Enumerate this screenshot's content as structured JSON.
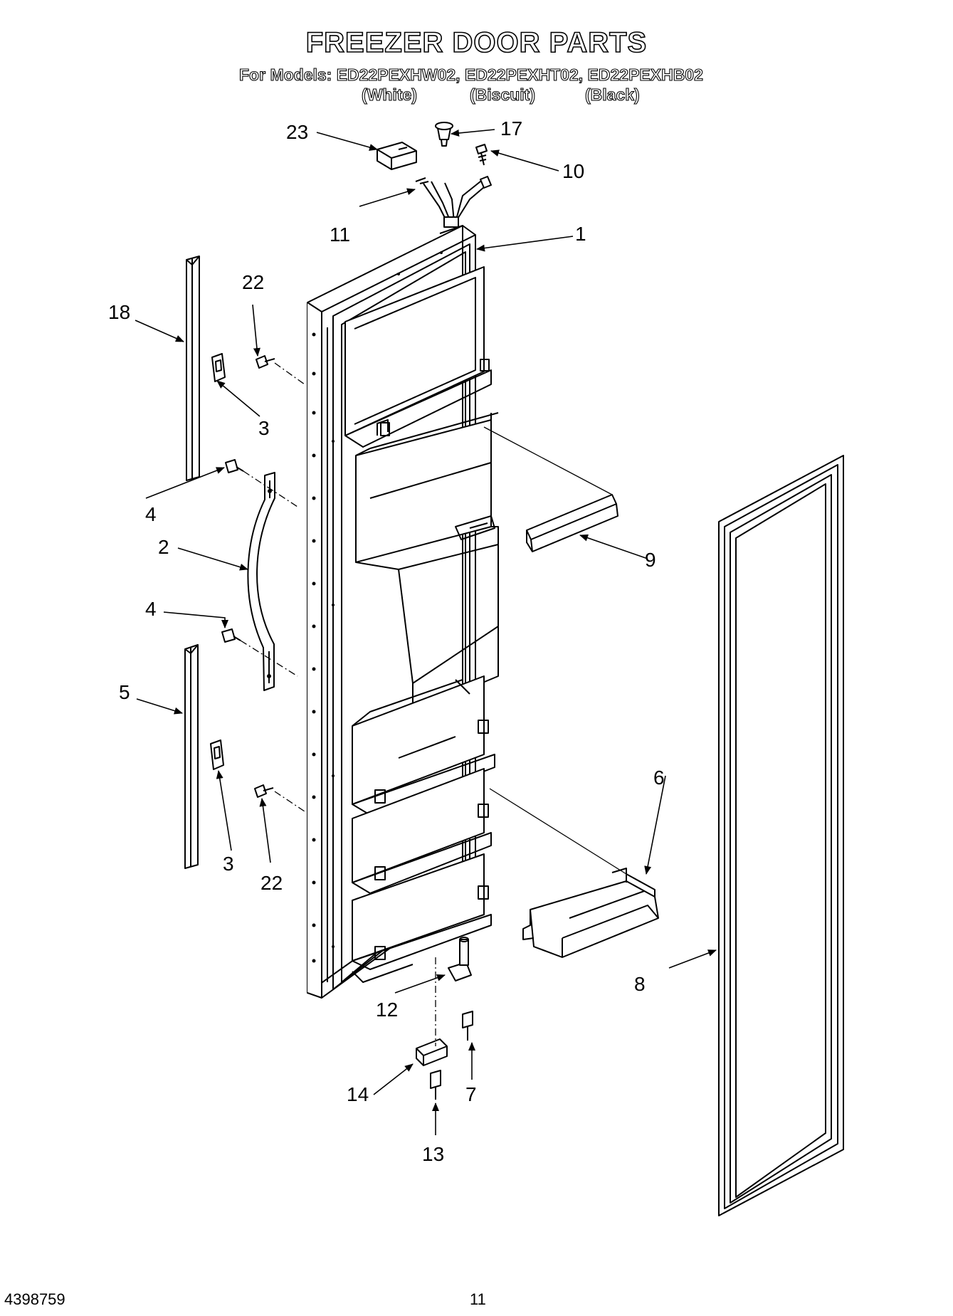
{
  "header": {
    "title": "FREEZER DOOR PARTS",
    "models_line": "For Models: ED22PEXHW02, ED22PEXHT02, ED22PEXHB02",
    "colors": [
      "(White)",
      "(Biscuit)",
      "(Black)"
    ]
  },
  "callouts": {
    "c1": "1",
    "c2": "2",
    "c3a": "3",
    "c3b": "3",
    "c4a": "4",
    "c4b": "4",
    "c5": "5",
    "c6": "6",
    "c7": "7",
    "c8": "8",
    "c9": "9",
    "c10": "10",
    "c11": "11",
    "c12": "12",
    "c13": "13",
    "c14": "14",
    "c17": "17",
    "c18": "18",
    "c22a": "22",
    "c22b": "22",
    "c23": "23"
  },
  "footer": {
    "doc_number": "4398759",
    "page_number": "11"
  }
}
